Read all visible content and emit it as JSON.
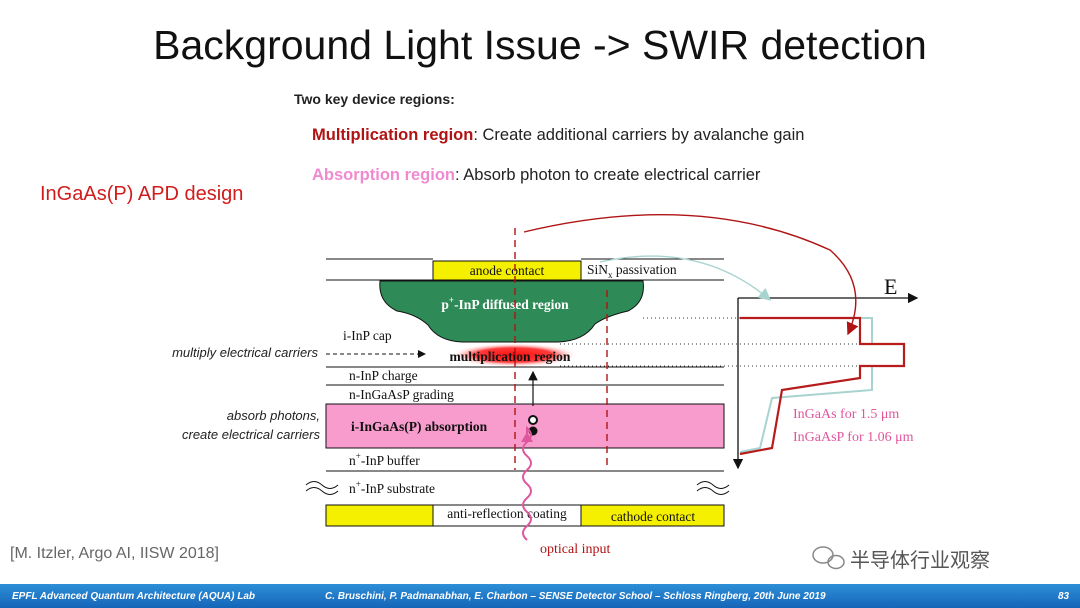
{
  "slide": {
    "title": "Background Light Issue -> SWIR detection",
    "intro": "Two key device regions:",
    "multiplication_key": "Multiplication region",
    "multiplication_desc": ":  Create additional carriers by avalanche gain",
    "absorption_key": "Absorption region",
    "absorption_desc": ":  Absorb photon to create electrical carrier",
    "apd_title": "InGaAs(P) APD design",
    "citation": "[M. Itzler, Argo AI, IISW 2018]",
    "watermark": "半导体行业观察"
  },
  "diagram": {
    "anode_contact": "anode contact",
    "sin_passivation": "SiN",
    "sin_sub": "x",
    "sin_suffix": " passivation",
    "diffused_region": "-InP diffused region",
    "diffused_prefix": "p",
    "cap": "i-InP cap",
    "multiplication_region": "multiplication region",
    "charge": "n-InP charge",
    "grading": "n-InGaAsP grading",
    "absorption_layer": "i-InGaAs(P) absorption",
    "buffer": "-InP buffer",
    "substrate": "-InP substrate",
    "n_prefix": "n",
    "plus": "+",
    "anti_reflection": "anti-reflection coating",
    "cathode_contact": "cathode contact",
    "optical_input": "optical input",
    "note_multiply": "multiply electrical carriers",
    "note_absorb_1": "absorb photons,",
    "note_absorb_2": "create electrical carriers",
    "field_axis": "E",
    "ingaas_label": "InGaAs for 1.5 μm",
    "ingaasp_label": "InGaAsP for 1.06 μm"
  },
  "footer": {
    "lab": "EPFL Advanced Quantum Architecture (AQUA) Lab",
    "authors": "C. Bruschini, P. Padmanabhan, E. Charbon – SENSE Detector School – Schloss Ringberg, 20th June 2019",
    "page": "83"
  },
  "colors": {
    "multiplication": "#b01313",
    "absorption": "#f08ad0",
    "diffused": "#2e8b57",
    "contact": "#f5f000",
    "field_profile_red": "#b71c1c",
    "field_profile_light": "#a8d4d0",
    "footer_blue": "#1e78c8"
  }
}
